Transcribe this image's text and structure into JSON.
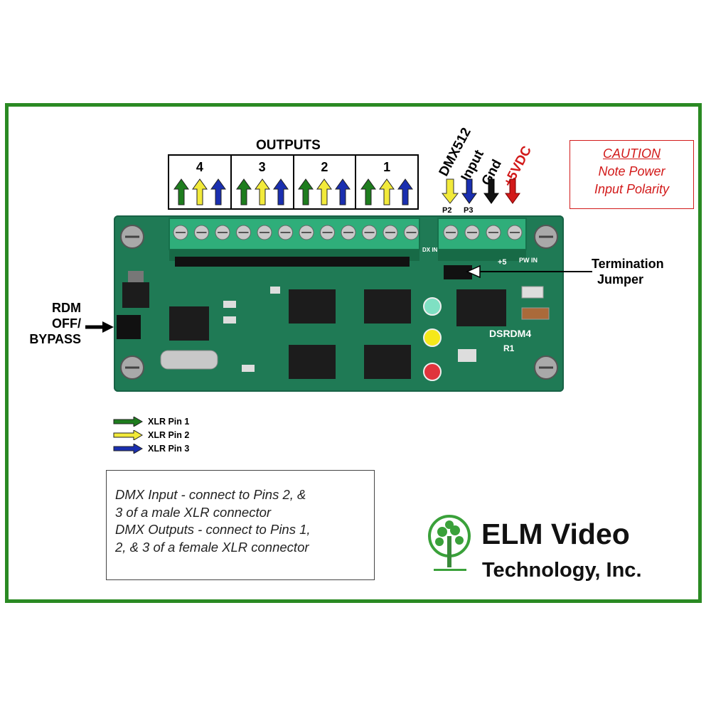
{
  "outputs": {
    "title": "OUTPUTS",
    "channels": [
      "4",
      "3",
      "2",
      "1"
    ]
  },
  "dmx_labels": {
    "dmx512": "DMX512",
    "input": "Input",
    "gnd": "Gnd",
    "vdc": "+5VDC"
  },
  "pins": {
    "p2": "P2",
    "p3": "P3"
  },
  "caution": {
    "title": "CAUTION",
    "line1": "Note Power",
    "line2": "Input Polarity"
  },
  "callouts": {
    "termination": [
      "Termination",
      "Jumper"
    ],
    "rdm": [
      "RDM",
      "OFF/",
      "BYPASS"
    ]
  },
  "board_silkscreen": {
    "model": "DSRDM4",
    "rev": "R1",
    "pw_in": "PW IN",
    "plus5": "+5",
    "dx_in": "DX IN"
  },
  "legend": [
    {
      "label": "XLR Pin 1",
      "color": "#1e7d1e"
    },
    {
      "label": "XLR Pin 2",
      "color": "#f2ea3a"
    },
    {
      "label": "XLR Pin 3",
      "color": "#1a2fb0"
    }
  ],
  "note": {
    "line1": "DMX Input - connect to Pins 2, &",
    "line2": "3 of a male XLR connector",
    "line3": "DMX Outputs - connect to Pins 1,",
    "line4": "2, & 3 of a female XLR connector"
  },
  "company": {
    "name": "ELM Video",
    "sub": "Technology, Inc."
  },
  "colors": {
    "frame": "#2a8a23",
    "caution": "#d21a1a",
    "pcb": "#1f7a55"
  }
}
